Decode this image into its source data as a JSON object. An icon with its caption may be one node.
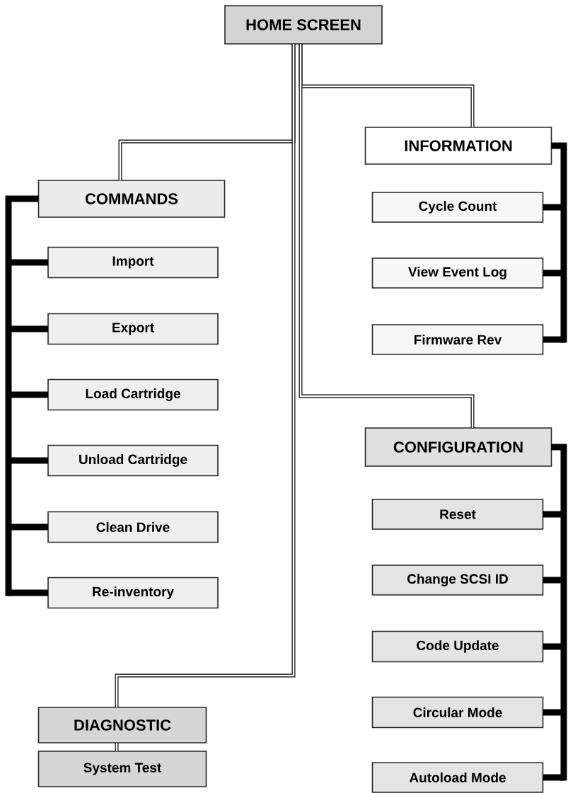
{
  "diagram": {
    "nodes": [
      {
        "text": [
          "HOME SCREEN"
        ]
      },
      {
        "text": [
          "COMMANDS"
        ]
      },
      {
        "text": [
          "Import"
        ]
      },
      {
        "text": [
          "Export"
        ]
      },
      {
        "text": [
          "Load Cartridge"
        ]
      },
      {
        "text": [
          "Unload Cartridge"
        ]
      },
      {
        "text": [
          "Clean Drive"
        ]
      },
      {
        "text": [
          "Re-inventory"
        ]
      },
      {
        "text": [
          "INFORMATION"
        ]
      },
      {
        "text": [
          "Cycle Count"
        ]
      },
      {
        "text": [
          "View Event Log"
        ]
      },
      {
        "text": [
          "Firmware Rev"
        ]
      },
      {
        "text": [
          "CONFIGURATION"
        ]
      },
      {
        "text": [
          "Reset"
        ]
      },
      {
        "text": [
          "Change SCSI ID"
        ]
      },
      {
        "text": [
          "Code Update"
        ]
      },
      {
        "text": [
          "Circular Mode"
        ]
      },
      {
        "text": [
          "Autoload Mode"
        ]
      },
      {
        "text": [
          "DIAGNOSTIC"
        ]
      },
      {
        "text": [
          "System Test"
        ]
      }
    ],
    "edges": [
      {
        "from": 0,
        "to": 1,
        "arrow": "none"
      },
      {
        "from": 0,
        "to": 8,
        "arrow": "none"
      },
      {
        "from": 0,
        "to": 12,
        "arrow": "none"
      },
      {
        "from": 0,
        "to": 18,
        "arrow": "none"
      },
      {
        "from": 1,
        "to": 2,
        "arrow": "none"
      },
      {
        "from": 1,
        "to": 3,
        "arrow": "none"
      },
      {
        "from": 1,
        "to": 4,
        "arrow": "none"
      },
      {
        "from": 1,
        "to": 5,
        "arrow": "none"
      },
      {
        "from": 1,
        "to": 6,
        "arrow": "none"
      },
      {
        "from": 1,
        "to": 7,
        "arrow": "none"
      },
      {
        "from": 8,
        "to": 9,
        "arrow": "none"
      },
      {
        "from": 8,
        "to": 10,
        "arrow": "none"
      },
      {
        "from": 8,
        "to": 11,
        "arrow": "none"
      },
      {
        "from": 12,
        "to": 13,
        "arrow": "none"
      },
      {
        "from": 12,
        "to": 14,
        "arrow": "none"
      },
      {
        "from": 12,
        "to": 15,
        "arrow": "none"
      },
      {
        "from": 12,
        "to": 16,
        "arrow": "none"
      },
      {
        "from": 12,
        "to": 17,
        "arrow": "none"
      },
      {
        "from": 18,
        "to": 19,
        "arrow": "none"
      }
    ]
  }
}
